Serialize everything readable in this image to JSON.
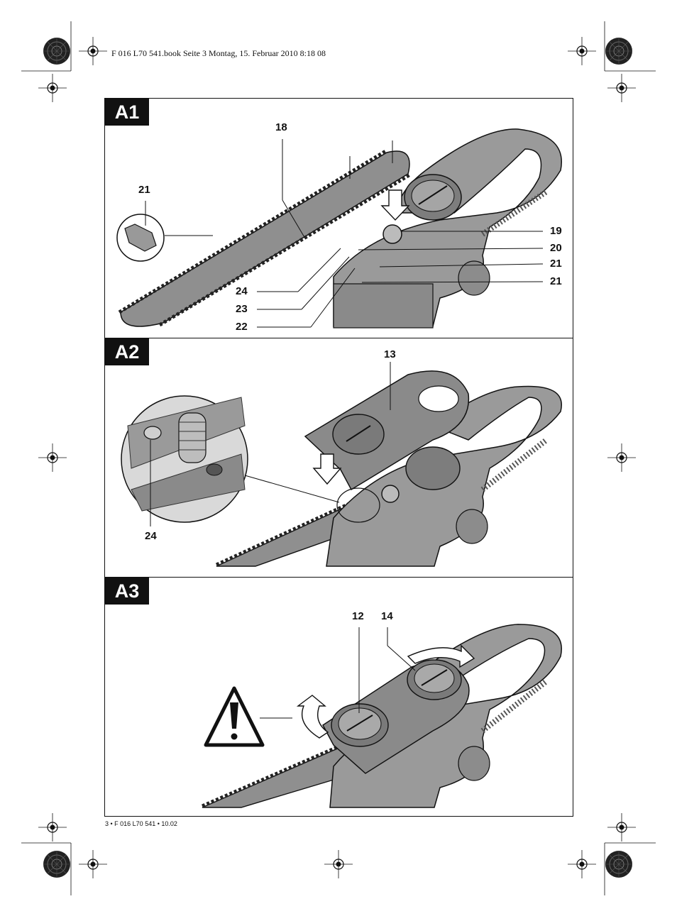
{
  "header": {
    "file_info": "F 016 L70 541.book  Seite 3  Montag, 15. Februar 2010  8:18 08"
  },
  "footer": {
    "page_ref": "3 • F 016 L70 541 • 10.02"
  },
  "panels": [
    {
      "label": "A1",
      "callouts": [
        "18",
        "21",
        "19",
        "20",
        "21",
        "21",
        "24",
        "23",
        "22"
      ]
    },
    {
      "label": "A2",
      "callouts": [
        "13",
        "24"
      ]
    },
    {
      "label": "A3",
      "callouts": [
        "12",
        "14"
      ]
    }
  ],
  "icons": [
    "registration-mark-icon",
    "radial-color-target-icon",
    "warning-triangle-icon",
    "rotate-arrow-icon",
    "insert-arrow-icon"
  ]
}
